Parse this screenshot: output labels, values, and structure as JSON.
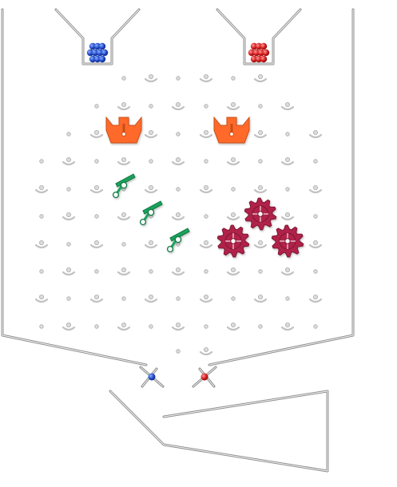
{
  "game": {
    "name": "",
    "colors": {
      "wall": "#9a9a9a",
      "wall_light": "#f4f4f4",
      "peg": "#c8c8c8",
      "peg_shadow": "#a8a8a8",
      "blue_marble": "#1f49c7",
      "red_marble": "#d41b1b",
      "bit": "#ff6b2a",
      "gear_bit": "#b02448",
      "ramp": "#1ba15b",
      "ball_blue": "#2044b8",
      "ball_red": "#c02a2a"
    },
    "parts": {
      "blue_hopper_marbles": 10,
      "red_hopper_marbles": 10,
      "bits": 2,
      "ramps": 3,
      "gear_bits": 3,
      "levers": 2
    }
  }
}
